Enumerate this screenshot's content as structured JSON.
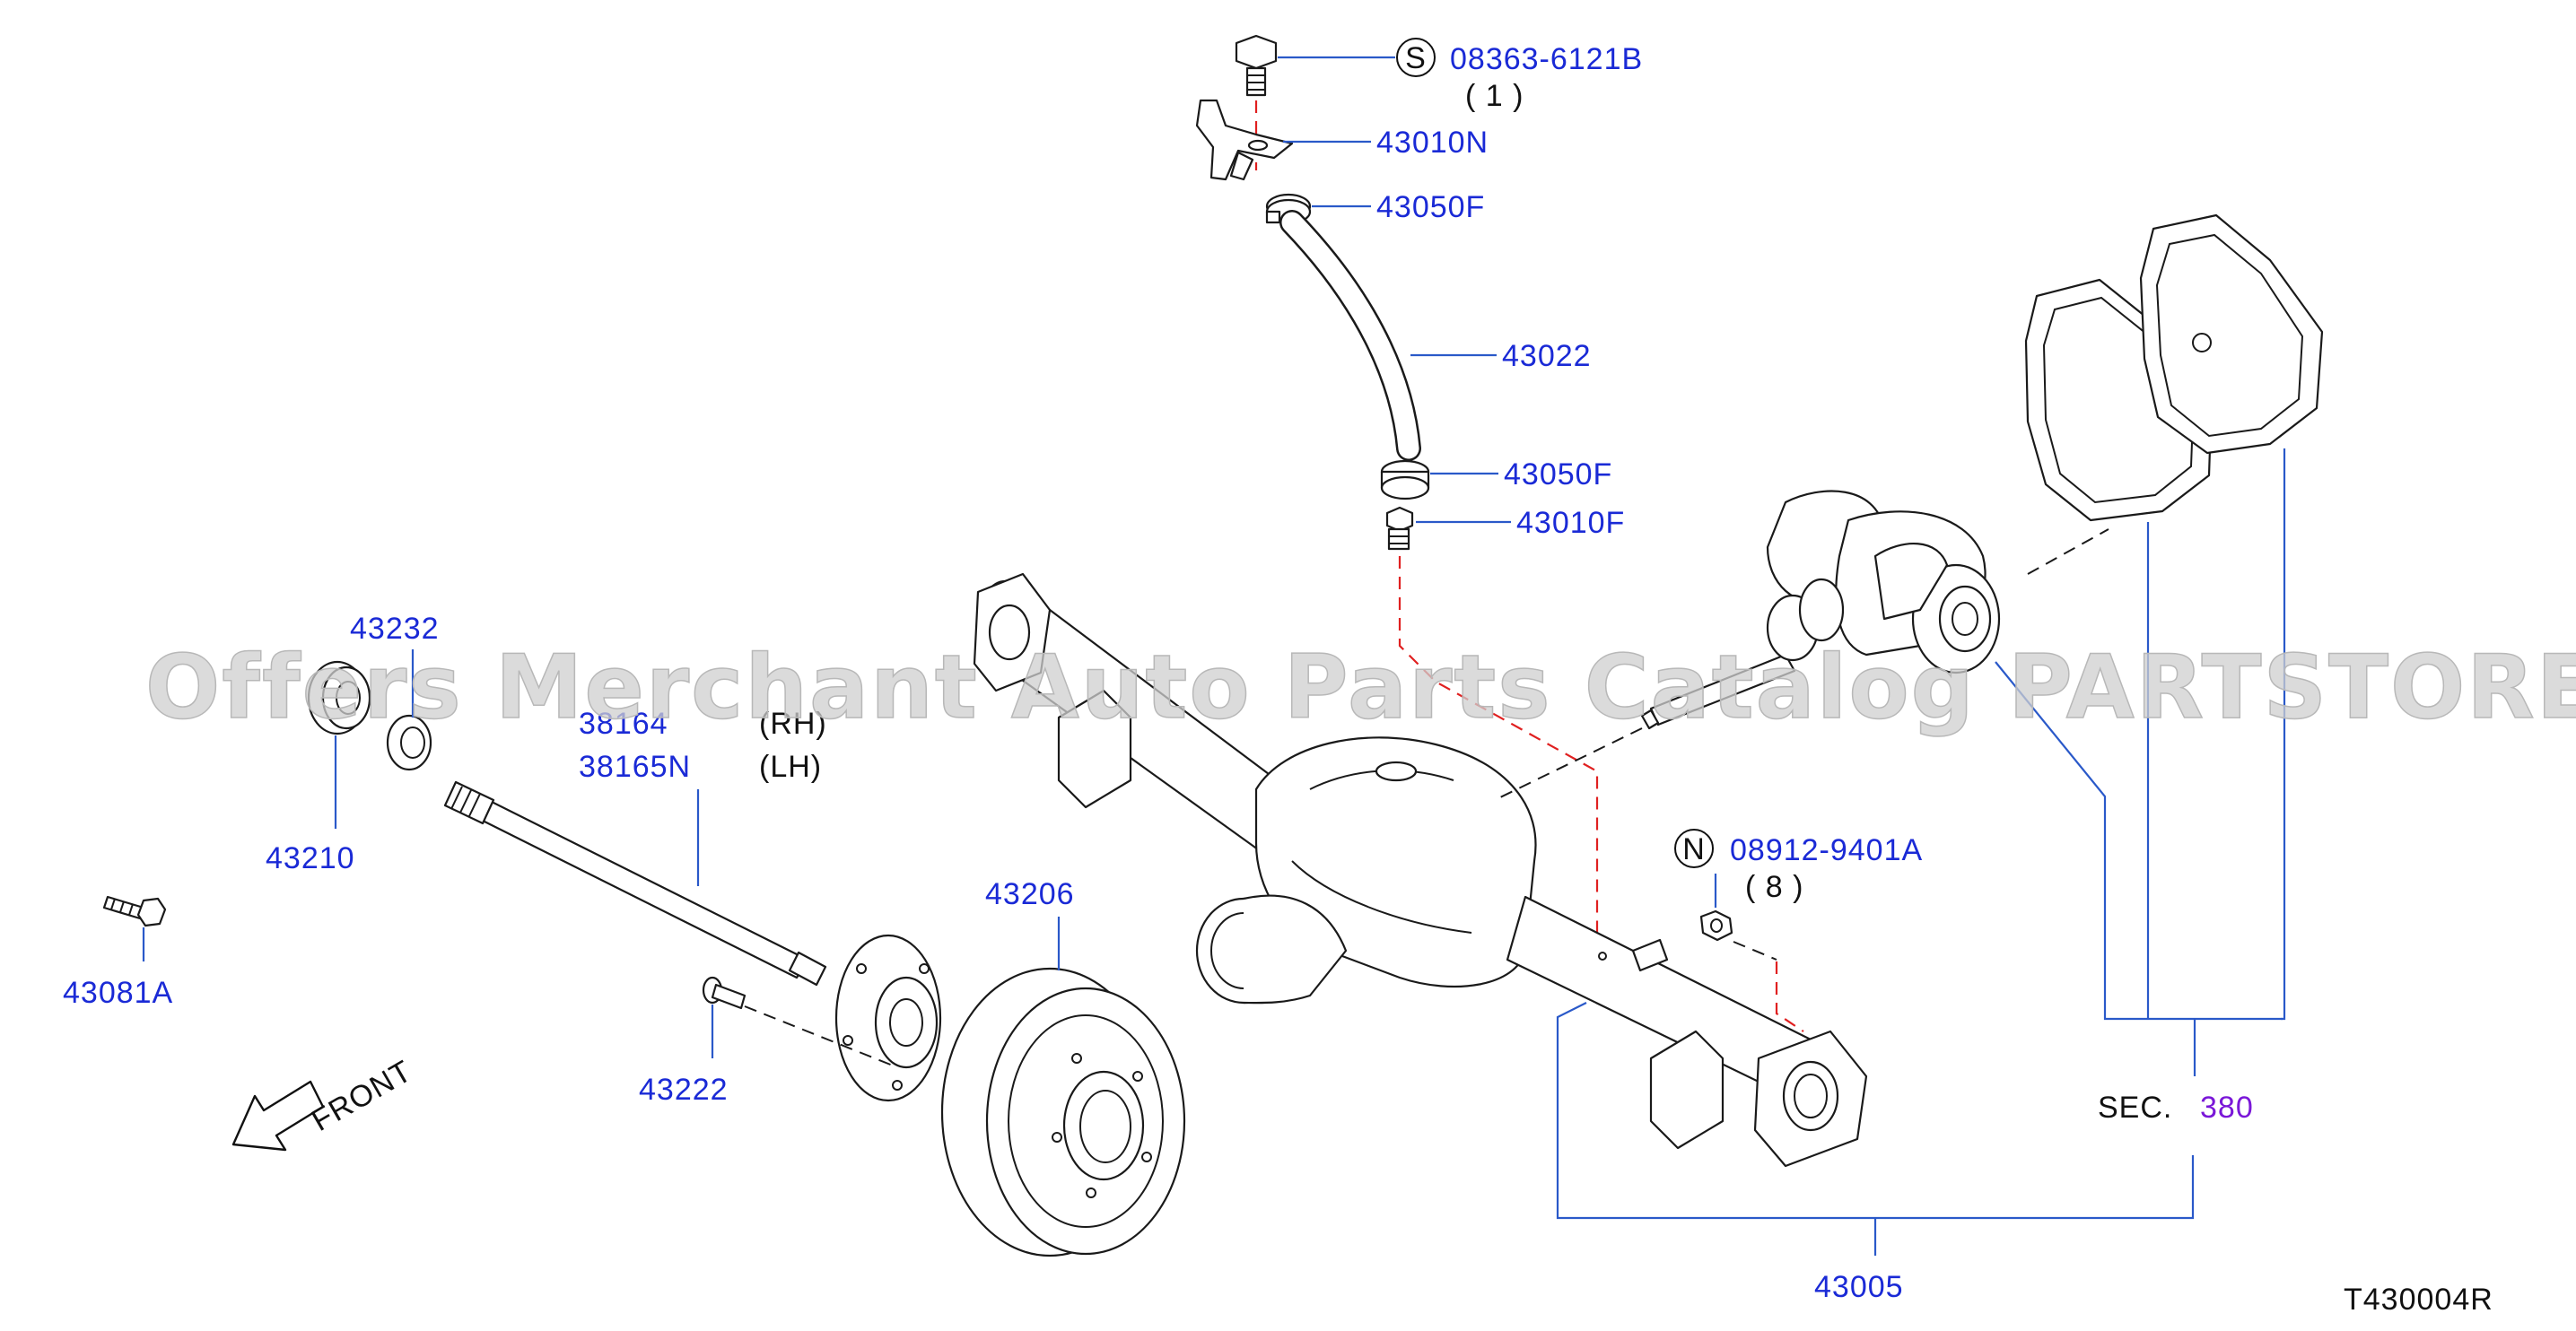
{
  "watermark": "Offers Merchant Auto Parts Catalog PARTSTORE.SA",
  "diagram_code": "T430004R",
  "front_label": "FRONT",
  "section_ref": {
    "prefix": "SEC.",
    "number": "380"
  },
  "callouts": {
    "bolt_08363": {
      "symbol": "S",
      "part_no": "08363-6121B",
      "qty": "( 1 )"
    },
    "nut_08912": {
      "symbol": "N",
      "part_no": "08912-9401A",
      "qty": "( 8 )"
    },
    "p43010N": "43010N",
    "p43050F_top": "43050F",
    "p43022": "43022",
    "p43050F_bottom": "43050F",
    "p43010F": "43010F",
    "p43232": "43232",
    "p38164": "38164",
    "p38164_side": "(RH)",
    "p38165N": "38165N",
    "p38165N_side": "(LH)",
    "p43210": "43210",
    "p43081A": "43081A",
    "p43222": "43222",
    "p43206": "43206",
    "p43005": "43005"
  }
}
